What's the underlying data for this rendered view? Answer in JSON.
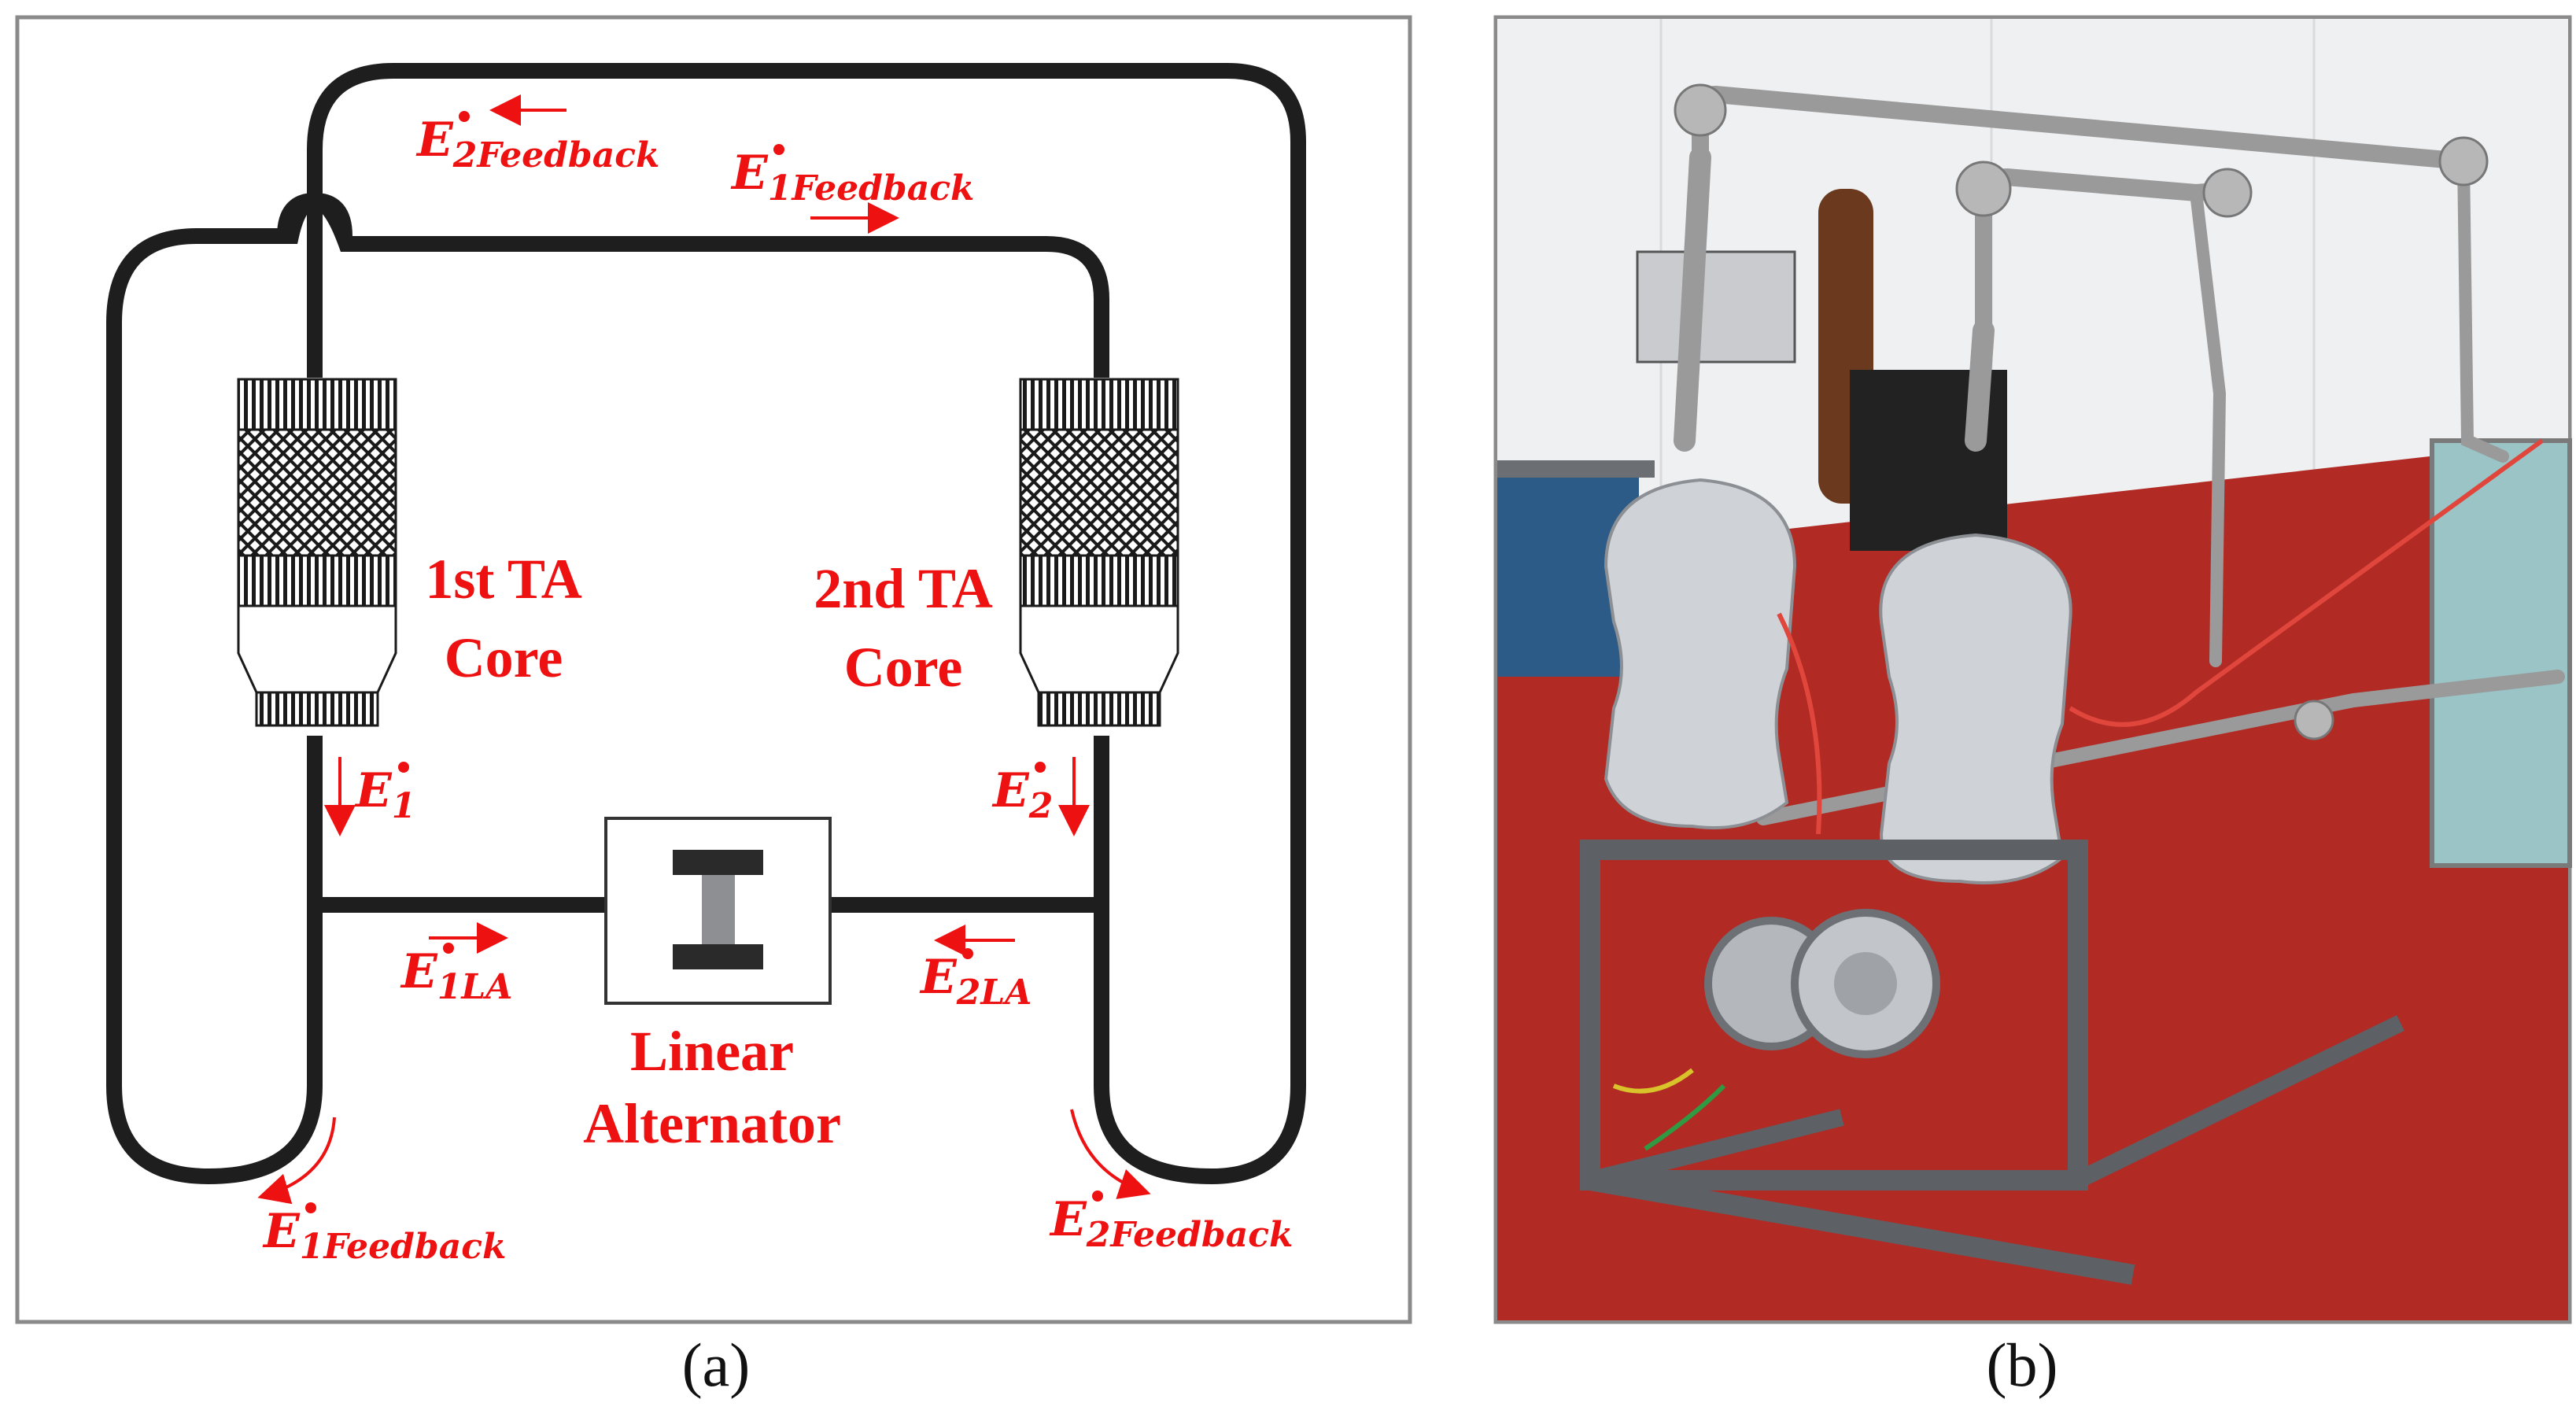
{
  "panel_a": {
    "labels": {
      "core1": [
        "1st TA",
        "Core"
      ],
      "core2": [
        "2nd TA",
        "Core"
      ],
      "alternator": [
        "Linear",
        "Alternator"
      ]
    },
    "energy_flows": {
      "e2_feedback_top": {
        "symbol": "E",
        "sub": "2Feedback"
      },
      "e1_feedback_top": {
        "symbol": "E",
        "sub": "1Feedback"
      },
      "e1": {
        "symbol": "E",
        "sub": "1"
      },
      "e2": {
        "symbol": "E",
        "sub": "2"
      },
      "e1_la": {
        "symbol": "E",
        "sub": "1LA"
      },
      "e2_la": {
        "symbol": "E",
        "sub": "2LA"
      },
      "e1_feedback_bottom": {
        "symbol": "E",
        "sub": "1Feedback"
      },
      "e2_feedback_bottom": {
        "symbol": "E",
        "sub": "2Feedback"
      }
    },
    "caption": "(a)",
    "annotation_color": "#ee1111"
  },
  "panel_b": {
    "caption": "(b)",
    "photo_description_icon": "lab-photo-twin-thermoacoustic-engine"
  }
}
